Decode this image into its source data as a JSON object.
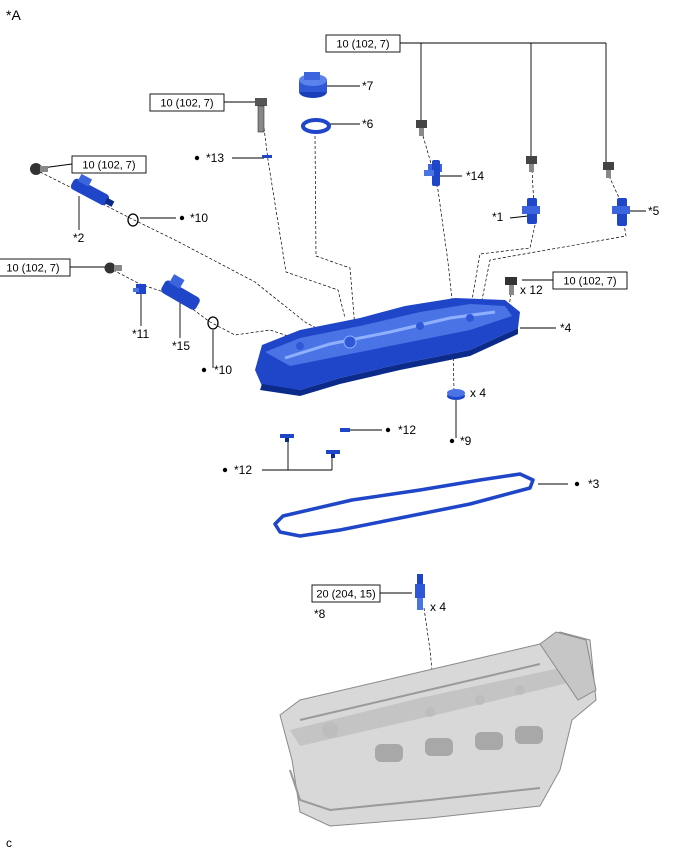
{
  "corner_label": "*A",
  "footer_label": "c",
  "torque": {
    "top": "10 (102, 7)",
    "bolt_left_upper": "10 (102, 7)",
    "sensor_left": "10 (102, 7)",
    "oil_valve_left": "10 (102, 7)",
    "cover_bolts": "10 (102, 7)",
    "spark_plug": "20 (204, 15)"
  },
  "quantities": {
    "cover_bolts": "x 12",
    "plug_tube_gasket": "x 4",
    "spark_plug": "x 4"
  },
  "parts": {
    "p1": "*1",
    "p2": "*2",
    "p3": "*3",
    "p4": "*4",
    "p5": "*5",
    "p6": "*6",
    "p7": "*7",
    "p8": "*8",
    "p9": "*9",
    "p10a": "*10",
    "p10b": "*10",
    "p11": "*11",
    "p12a": "*12",
    "p12b": "*12",
    "p13": "*13",
    "p14": "*14",
    "p15": "*15"
  },
  "colors": {
    "part_blue": "#1f46c8",
    "part_blue_dark": "#0c2a8a",
    "part_blue_light": "#4a74e6",
    "engine_gray": "#c9c9c9",
    "line": "#000000"
  }
}
